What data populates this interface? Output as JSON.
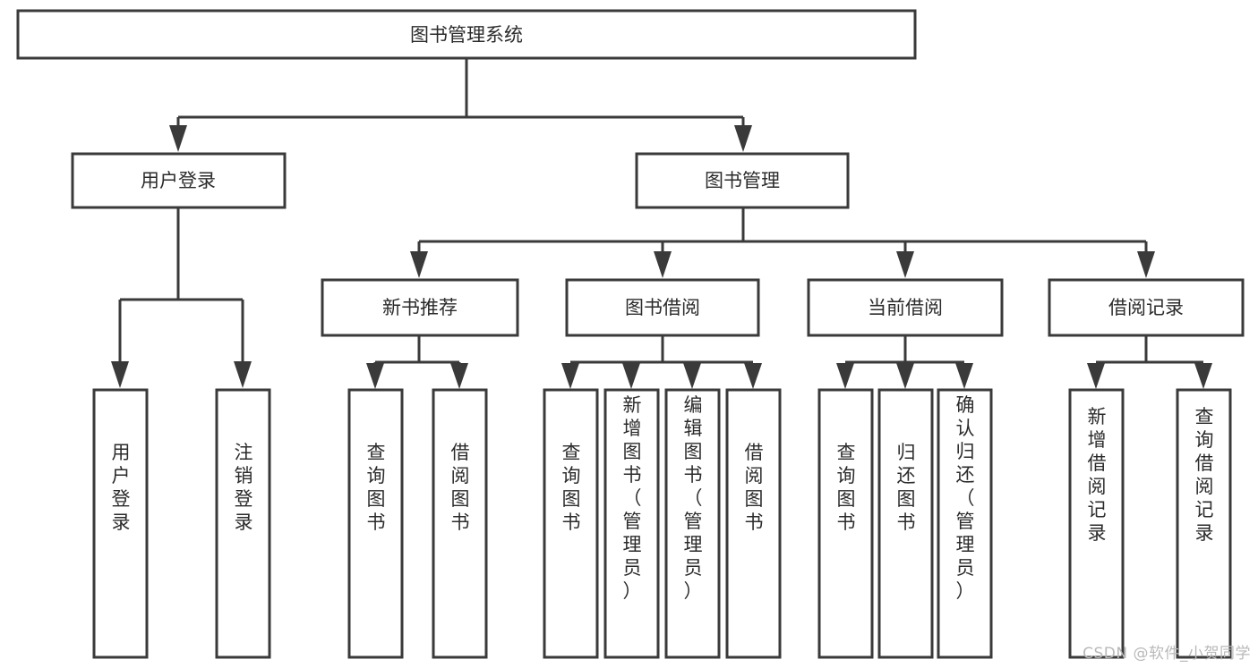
{
  "diagram": {
    "title": "图书管理系统",
    "type": "tree-hierarchy-chart",
    "orientation": "top-down",
    "colors": {
      "background": "#ffffff",
      "box_stroke": "#3a3a3a",
      "box_fill": "#ffffff",
      "connector": "#3a3a3a",
      "text": "#2b2b2b",
      "watermark": "#b9b9b9"
    },
    "watermark": "CSDN @软件_小贺同学",
    "root": {
      "label": "图书管理系统",
      "id": "root"
    },
    "level2": [
      {
        "id": "user-login",
        "label": "用户登录"
      },
      {
        "id": "book-manage",
        "label": "图书管理"
      }
    ],
    "level3": [
      {
        "id": "new-book-recommend",
        "label": "新书推荐",
        "parent": "book-manage"
      },
      {
        "id": "book-borrow",
        "label": "图书借阅",
        "parent": "book-manage"
      },
      {
        "id": "current-borrow",
        "label": "当前借阅",
        "parent": "book-manage"
      },
      {
        "id": "borrow-record",
        "label": "借阅记录",
        "parent": "book-manage"
      }
    ],
    "leaves": {
      "user-login": [
        {
          "id": "leaf-user-login",
          "label": "用户登录"
        },
        {
          "id": "leaf-logout-login",
          "label": "注销登录"
        }
      ],
      "new-book-recommend": [
        {
          "id": "leaf-query-book-1",
          "label": "查询图书"
        },
        {
          "id": "leaf-borrow-book-1",
          "label": "借阅图书"
        }
      ],
      "book-borrow": [
        {
          "id": "leaf-query-book-2",
          "label": "查询图书"
        },
        {
          "id": "leaf-add-book",
          "label": "新增图书（管理员）"
        },
        {
          "id": "leaf-edit-book",
          "label": "编辑图书（管理员）"
        },
        {
          "id": "leaf-borrow-book-2",
          "label": "借阅图书"
        }
      ],
      "current-borrow": [
        {
          "id": "leaf-query-book-3",
          "label": "查询图书"
        },
        {
          "id": "leaf-return-book",
          "label": "归还图书"
        },
        {
          "id": "leaf-confirm-return",
          "label": "确认归还（管理员）"
        }
      ],
      "borrow-record": [
        {
          "id": "leaf-add-record",
          "label": "新增借阅记录"
        },
        {
          "id": "leaf-query-record",
          "label": "查询借阅记录"
        }
      ]
    }
  }
}
